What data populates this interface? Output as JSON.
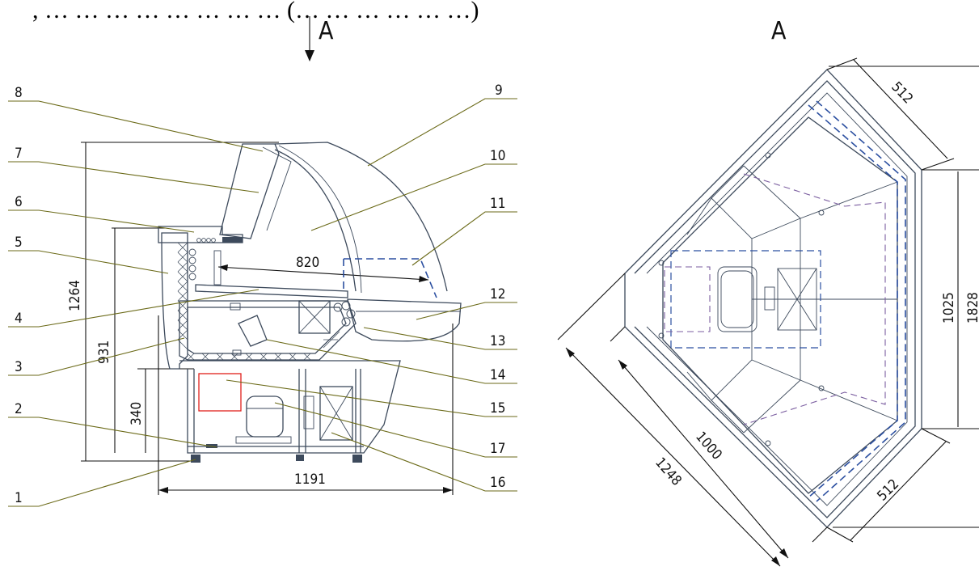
{
  "title_fragment": ", … … … … … … … … (… … … … … …)",
  "view_labels": {
    "section_arrow": "A",
    "plan_view": "A"
  },
  "callouts": [
    "1",
    "2",
    "3",
    "4",
    "5",
    "6",
    "7",
    "8",
    "9",
    "10",
    "11",
    "12",
    "13",
    "14",
    "15",
    "16",
    "17"
  ],
  "dimensions": {
    "height_total": "1264",
    "height_counter": "931",
    "height_base": "340",
    "width_total": "1191",
    "depth_interior": "820",
    "plan_side_top": "512",
    "plan_side_bottom": "512",
    "plan_inner": "1025",
    "plan_outer": "1828",
    "plan_diag_inner": "1000",
    "plan_diag_outer": "1248"
  },
  "colors": {
    "line": "#3d4a5c",
    "leader": "#6b6a18",
    "hidden_blue": "#2b4fa0",
    "hidden_purple": "#7b5ea0",
    "component_red": "#e0201b"
  }
}
